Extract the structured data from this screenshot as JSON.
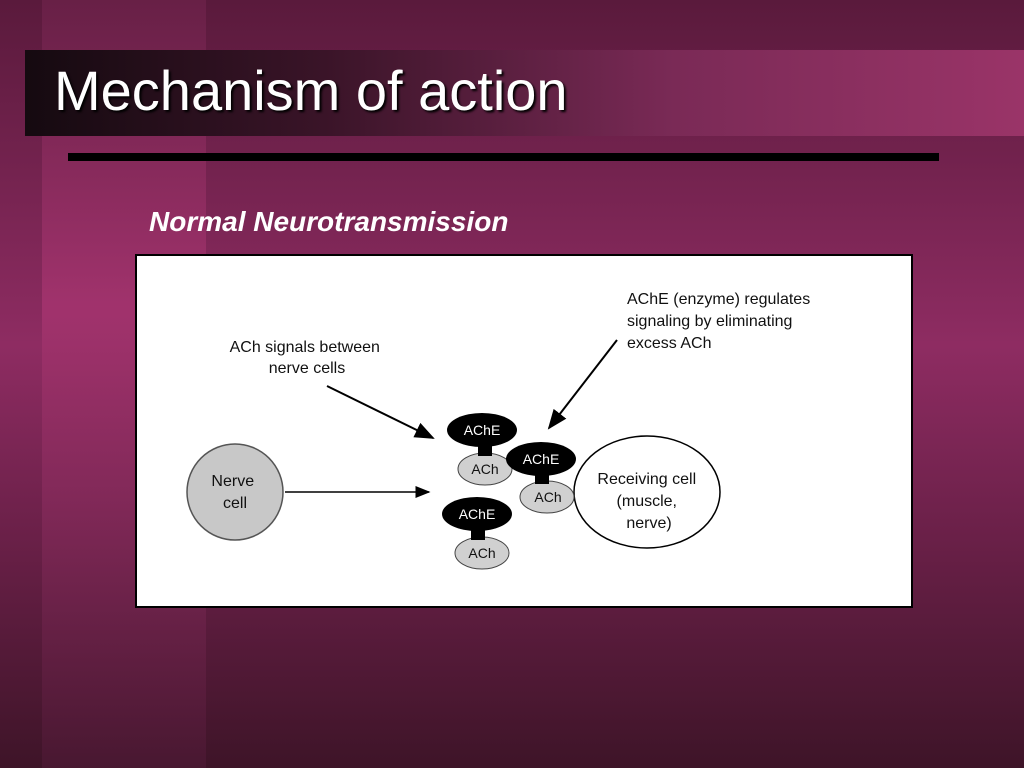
{
  "slide": {
    "title": "Mechanism of action",
    "subtitle": "Normal Neurotransmission"
  },
  "diagram": {
    "label_ach_signals": [
      "ACh signals between",
      "nerve cells"
    ],
    "label_ache_regulates": [
      "AChE (enzyme) regulates",
      "signaling by eliminating",
      "excess ACh"
    ],
    "nerve_cell": [
      "Nerve",
      "cell"
    ],
    "receiving_cell": [
      "Receiving cell",
      "(muscle,",
      "nerve)"
    ],
    "enzyme": "AChE",
    "transmitter": "ACh"
  },
  "colors": {
    "enzyme_fill": "#000000",
    "transmitter_fill": "#d0d0d0",
    "cell_fill": "#c8c8c8"
  }
}
